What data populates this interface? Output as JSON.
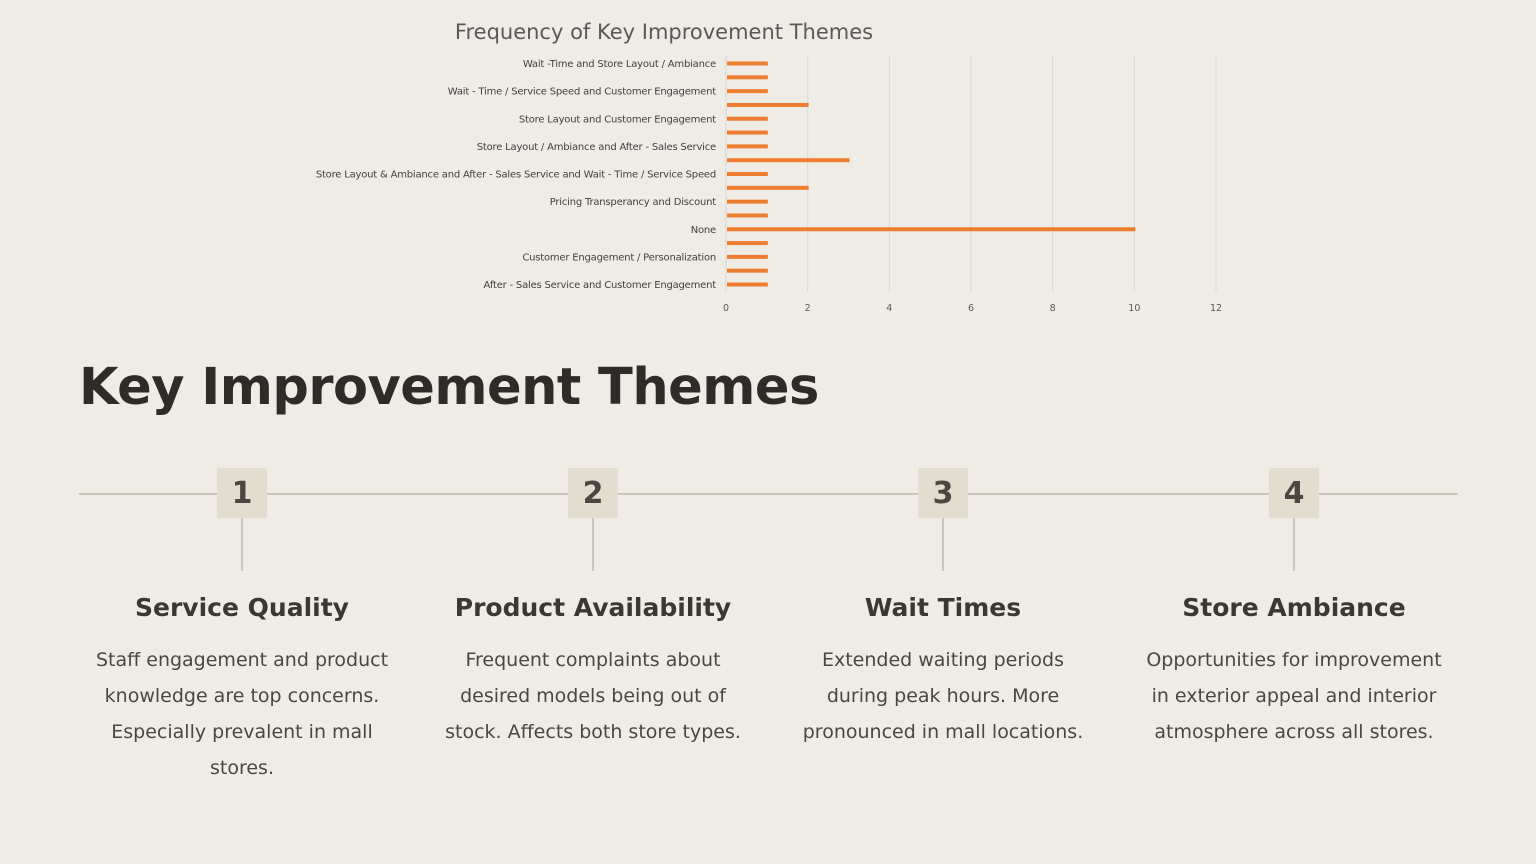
{
  "chart_data": {
    "type": "bar",
    "orientation": "horizontal",
    "title": "Frequency of Key Improvement Themes",
    "categories": [
      "Wait -Time and Store Layout / Ambiance",
      "",
      "Wait - Time / Service Speed and Customer Engagement",
      "",
      "Store Layout and Customer Engagement",
      "",
      "Store Layout / Ambiance and After - Sales Service",
      "",
      "Store Layout & Ambiance and After - Sales Service and Wait - Time / Service Speed",
      "",
      "Pricing Transperancy and Discount",
      "",
      "None",
      "",
      "Customer Engagement / Personalization",
      "",
      "After - Sales Service and Customer Engagement"
    ],
    "values": [
      1,
      1,
      1,
      2,
      1,
      1,
      1,
      3,
      1,
      2,
      1,
      1,
      10,
      1,
      1,
      1,
      1
    ],
    "xlim": [
      0,
      12
    ],
    "xticks": [
      "0",
      "2",
      "4",
      "6",
      "8",
      "10",
      "12"
    ],
    "grid": true,
    "legend": "none",
    "bar_color": "#ed7d31",
    "grid_color": "#d9d9d9"
  },
  "main": {
    "heading": "Key Improvement Themes",
    "steps": [
      {
        "number": "1",
        "title": "Service Quality",
        "description": "Staff engagement and product knowledge are top concerns. Especially prevalent in mall stores."
      },
      {
        "number": "2",
        "title": "Product Availability",
        "description": "Frequent complaints about desired models being out of stock. Affects both store types."
      },
      {
        "number": "3",
        "title": "Wait Times",
        "description": "Extended waiting periods during peak hours. More pronounced in mall locations."
      },
      {
        "number": "4",
        "title": "Store Ambiance",
        "description": "Opportunities for improvement in exterior appeal and interior atmosphere across all stores."
      }
    ]
  },
  "colors": {
    "background": "#efece6",
    "badge": "#e3ddd0",
    "line": "#cbc6b8",
    "text": "#2e2c28"
  }
}
